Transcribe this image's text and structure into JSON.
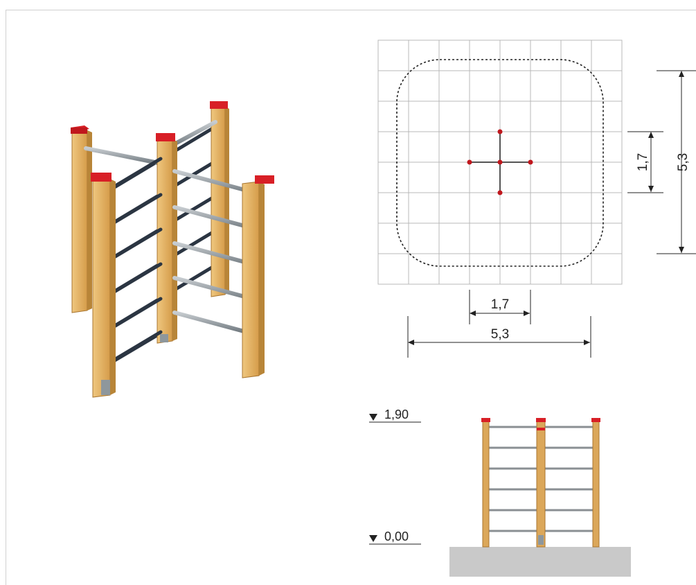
{
  "plan": {
    "inner_dimension_horizontal": "1,7",
    "outer_dimension_horizontal": "5,3",
    "inner_dimension_vertical": "1,7",
    "outer_dimension_vertical": "5,3"
  },
  "elevation": {
    "top_level": "1,90",
    "ground_level": "0,00"
  },
  "colors": {
    "wood": "#e2b46a",
    "wood_shade": "#c98f3e",
    "cap": "#d81f26",
    "steel": "#8e979c",
    "steel_dark": "#2b3542",
    "grid": "#b9b9b9",
    "ground": "#c9c9c9"
  }
}
